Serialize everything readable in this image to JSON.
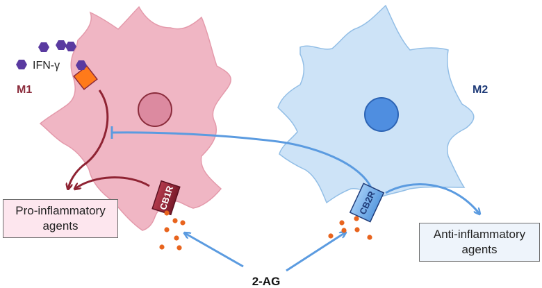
{
  "labels": {
    "ifn": "IFN-γ",
    "m1": "M1",
    "m2": "M2",
    "cb1r": "CB1R",
    "cb2r": "CB2R",
    "ag": "2-AG"
  },
  "boxes": {
    "pro_line1": "Pro-inflammatory",
    "pro_line2": "agents",
    "anti_line1": "Anti-inflammatory",
    "anti_line2": "agents"
  },
  "colors": {
    "m1_cell": "#f0b6c4",
    "m1_nucleus": "#dc8aa0",
    "m2_cell": "#cde3f7",
    "m2_nucleus": "#4f8ee0",
    "m1_text": "#8b2c3c",
    "m2_text": "#1f3b78",
    "arrow_red": "#8f2333",
    "arrow_blue": "#5b9be0",
    "ifn_dots": "#5a3aa0",
    "ag_dots": "#e8641e",
    "ifn_receptor": "#ff7a1a"
  }
}
